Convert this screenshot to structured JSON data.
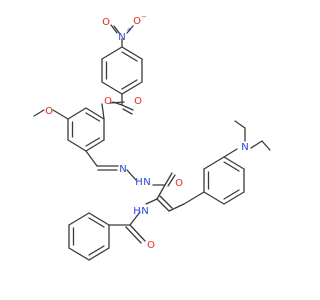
{
  "colors": {
    "carbon": "#3a3a3a",
    "oxygen": "#e8261f",
    "nitrogen": "#2a46d8",
    "background": "#ffffff"
  },
  "atoms": {
    "nitro_n": "N",
    "nitro_n_charge": "+",
    "nitro_o_left": "O",
    "nitro_o_right": "O",
    "nitro_o_charge": "−",
    "ester_o_single": "O",
    "ester_o_double": "O",
    "methoxy_o": "O",
    "hydrazone_n1": "N",
    "hydrazone_n2": "N",
    "hydrazone_nh_h": "H",
    "amide_o_upper": "O",
    "diethylamino_n": "N",
    "amide_nh_n": "N",
    "amide_nh_h": "H",
    "benzamide_o": "O"
  }
}
